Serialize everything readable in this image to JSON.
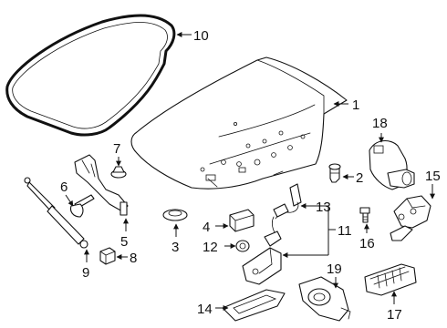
{
  "callouts": [
    "1",
    "2",
    "3",
    "4",
    "5",
    "6",
    "7",
    "8",
    "9",
    "10",
    "11",
    "12",
    "13",
    "14",
    "15",
    "16",
    "17",
    "18",
    "19"
  ],
  "colors": {
    "line": "#111111",
    "background": "#ffffff"
  },
  "icons": {
    "arrowhead": "triangle-arrowhead"
  }
}
